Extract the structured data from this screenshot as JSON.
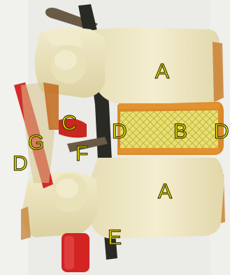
{
  "labels": {
    "a_upper": "A",
    "a_lower": "A",
    "b": "B",
    "c": "C",
    "d_canal": "D",
    "d_right": "D",
    "d_left": "D",
    "e": "E",
    "f": "F",
    "g": "G"
  },
  "colors": {
    "label": "#f3e800",
    "bone": "#efe8c4",
    "disc_annulus": "#d98a2a",
    "disc_nucleus": "#e8e070",
    "ligament_red": "#d42a2a",
    "nerve_dark": "#2a2a24"
  }
}
